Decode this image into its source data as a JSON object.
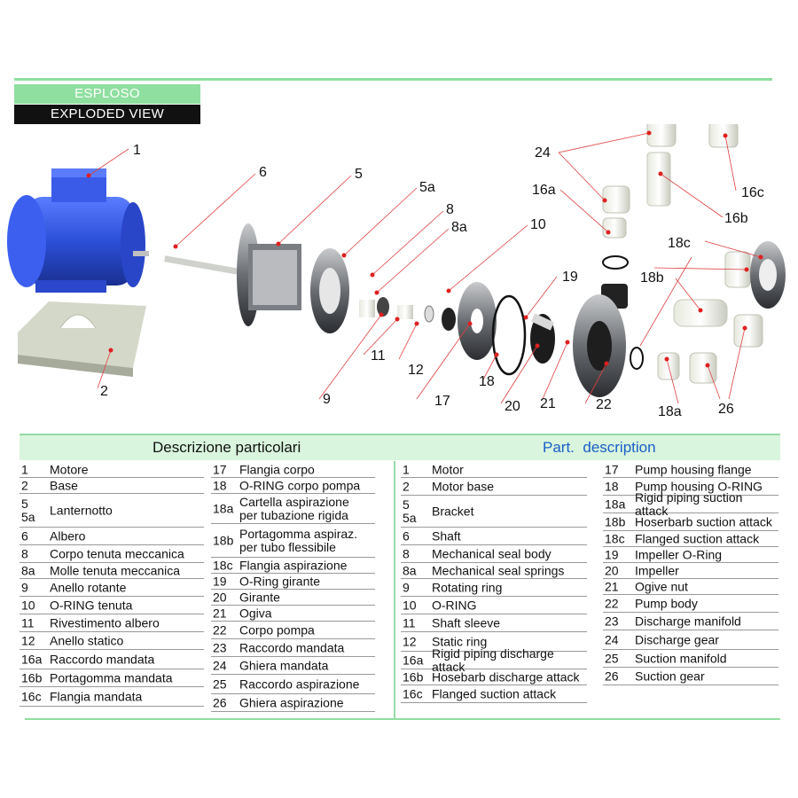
{
  "headers": {
    "esploso": "ESPLOSO",
    "exploded_view": "EXPLODED VIEW"
  },
  "callouts": [
    "1",
    "2",
    "5",
    "5a",
    "6",
    "8",
    "8a",
    "9",
    "10",
    "11",
    "12",
    "16a",
    "16b",
    "16c",
    "17",
    "18",
    "18a",
    "18b",
    "18c",
    "19",
    "20",
    "21",
    "22",
    "24",
    "26"
  ],
  "legend": {
    "title_it": "Descrizione particolari",
    "title_en_prefix": "Part.",
    "title_en": "description",
    "it_left": [
      {
        "n": "1",
        "t": "Motore"
      },
      {
        "n": "2",
        "t": "Base"
      },
      {
        "n": "5\n5a",
        "t": "Lanternotto"
      },
      {
        "n": "6",
        "t": "Albero"
      },
      {
        "n": "8",
        "t": "Corpo tenuta meccanica"
      },
      {
        "n": "8a",
        "t": "Molle tenuta meccanica"
      },
      {
        "n": "9",
        "t": "Anello rotante"
      },
      {
        "n": "10",
        "t": "O-RING tenuta"
      },
      {
        "n": "11",
        "t": "Rivestimento albero"
      },
      {
        "n": "12",
        "t": "Anello statico"
      },
      {
        "n": "16a",
        "t": "Raccordo mandata"
      },
      {
        "n": "16b",
        "t": "Portagomma mandata"
      },
      {
        "n": "16c",
        "t": "Flangia mandata"
      }
    ],
    "it_right": [
      {
        "n": "17",
        "t": "Flangia corpo"
      },
      {
        "n": "18",
        "t": "O-RING corpo pompa"
      },
      {
        "n": "18a",
        "t": "Cartella aspirazione\nper tubazione rigida"
      },
      {
        "n": "18b",
        "t": "Portagomma aspiraz.\nper tubo flessibile"
      },
      {
        "n": "18c",
        "t": "Flangia aspirazione"
      },
      {
        "n": "19",
        "t": "O-Ring girante"
      },
      {
        "n": "20",
        "t": "Girante"
      },
      {
        "n": "21",
        "t": "Ogiva"
      },
      {
        "n": "22",
        "t": "Corpo pompa"
      },
      {
        "n": "23",
        "t": "Raccordo mandata"
      },
      {
        "n": "24",
        "t": "Ghiera mandata"
      },
      {
        "n": "25",
        "t": "Raccordo aspirazione"
      },
      {
        "n": "26",
        "t": "Ghiera aspirazione"
      }
    ],
    "en_left": [
      {
        "n": "1",
        "t": "Motor"
      },
      {
        "n": "2",
        "t": "Motor base"
      },
      {
        "n": "5\n5a",
        "t": "Bracket"
      },
      {
        "n": "6",
        "t": "Shaft"
      },
      {
        "n": "8",
        "t": "Mechanical seal body"
      },
      {
        "n": "8a",
        "t": "Mechanical  seal springs"
      },
      {
        "n": "9",
        "t": "Rotating ring"
      },
      {
        "n": "10",
        "t": "O-RING"
      },
      {
        "n": "11",
        "t": "Shaft sleeve"
      },
      {
        "n": "12",
        "t": "Static ring"
      },
      {
        "n": "16a",
        "t": "Rigid piping discharge attack"
      },
      {
        "n": "16b",
        "t": "Hosebarb discharge attack"
      },
      {
        "n": "16c",
        "t": "Flanged suction attack"
      }
    ],
    "en_right": [
      {
        "n": "17",
        "t": "Pump housing flange"
      },
      {
        "n": "18",
        "t": "Pump housing O-RING"
      },
      {
        "n": "18a",
        "t": "Rigid piping suction attack"
      },
      {
        "n": "18b",
        "t": "Hoserbarb suction attack"
      },
      {
        "n": "18c",
        "t": "Flanged suction attack"
      },
      {
        "n": "19",
        "t": "Impeller O-Ring"
      },
      {
        "n": "20",
        "t": "Impeller"
      },
      {
        "n": "21",
        "t": "Ogive nut"
      },
      {
        "n": "22",
        "t": "Pump body"
      },
      {
        "n": "23",
        "t": "Discharge manifold"
      },
      {
        "n": "24",
        "t": "Discharge gear"
      },
      {
        "n": "25",
        "t": "Suction manifold"
      },
      {
        "n": "26",
        "t": "Suction gear"
      }
    ]
  },
  "colors": {
    "green": "#8fdfa0",
    "light_green": "#d9f5dd",
    "blue_title": "#1a5fc8",
    "motor_blue": "#2c4fd8",
    "leader_red": "#e04040"
  }
}
